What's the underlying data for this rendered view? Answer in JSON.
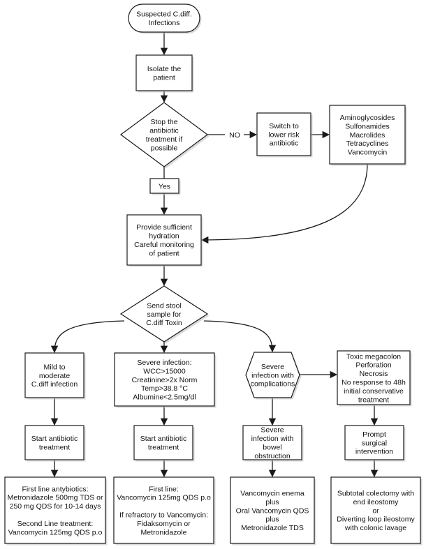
{
  "nodes": {
    "start": [
      "Suspected C.diff.",
      "Infections"
    ],
    "isolate": [
      "Isolate the",
      "patient"
    ],
    "stop": [
      "Stop the",
      "antibiotic",
      "treatment if",
      "possible"
    ],
    "switch": [
      "Switch to",
      "lower risk",
      "antibiotic"
    ],
    "risk_list": [
      "Aminoglycosides",
      "Sulfonamides",
      "Macrolides",
      "Tetracyclines",
      "Vancomycin"
    ],
    "yes_box": [
      "Yes"
    ],
    "hydration": [
      "Provide sufficient",
      "hydration",
      "Careful monitoring",
      "of patient"
    ],
    "stool": [
      "Send stool",
      "sample for",
      "C.diff Toxin"
    ],
    "mild": [
      "Mild to",
      "moderate",
      "C.diff infection"
    ],
    "severe": [
      "Severe infection:",
      "WCC>15000",
      "Creatinine>2x Norm",
      "Temp>38.8 °C",
      "Albumine<2.5mg/dl"
    ],
    "complications": [
      "Severe",
      "infection with",
      "complications"
    ],
    "toxic": [
      "Toxic megacolon",
      "Perforation",
      "Necrosis",
      "No response to 48h",
      "initial conservative",
      "treatment"
    ],
    "start_ab_1": [
      "Start antibiotic",
      "treatment"
    ],
    "start_ab_2": [
      "Start antibiotic",
      "treatment"
    ],
    "obstruction": [
      "Severe",
      "infection with",
      "bowel",
      "obstruction"
    ],
    "surgical": [
      "Prompt",
      "surgical",
      "intervention"
    ],
    "treat_mild": [
      "First line antybiotics:",
      "Metronidazole 500mg TDS or",
      "250 mg QDS for 10-14 days",
      "",
      "Second Line treatment:",
      "Vancomycin 125mg QDS p.o"
    ],
    "treat_severe": [
      "First line:",
      "Vancomycin 125mg QDS p.o",
      "",
      "If refractory to Vancomycin:",
      "Fidaksomycin or",
      "Metronidazole"
    ],
    "treat_obstruction": [
      "Vancomycin enema",
      "plus",
      "Oral Vancomycin QDS",
      "plus",
      "Metronidazole TDS"
    ],
    "treat_surgical": [
      "Subtotal colectomy with",
      "end ileostomy",
      "or",
      "Diverting loop ileostomy",
      "with colonic lavage"
    ]
  },
  "edge_labels": {
    "no": "NO"
  },
  "colors": {
    "stroke": "#1a1a1a",
    "fill": "#ffffff",
    "shadow": "#bdbdbd",
    "text": "#111111"
  }
}
